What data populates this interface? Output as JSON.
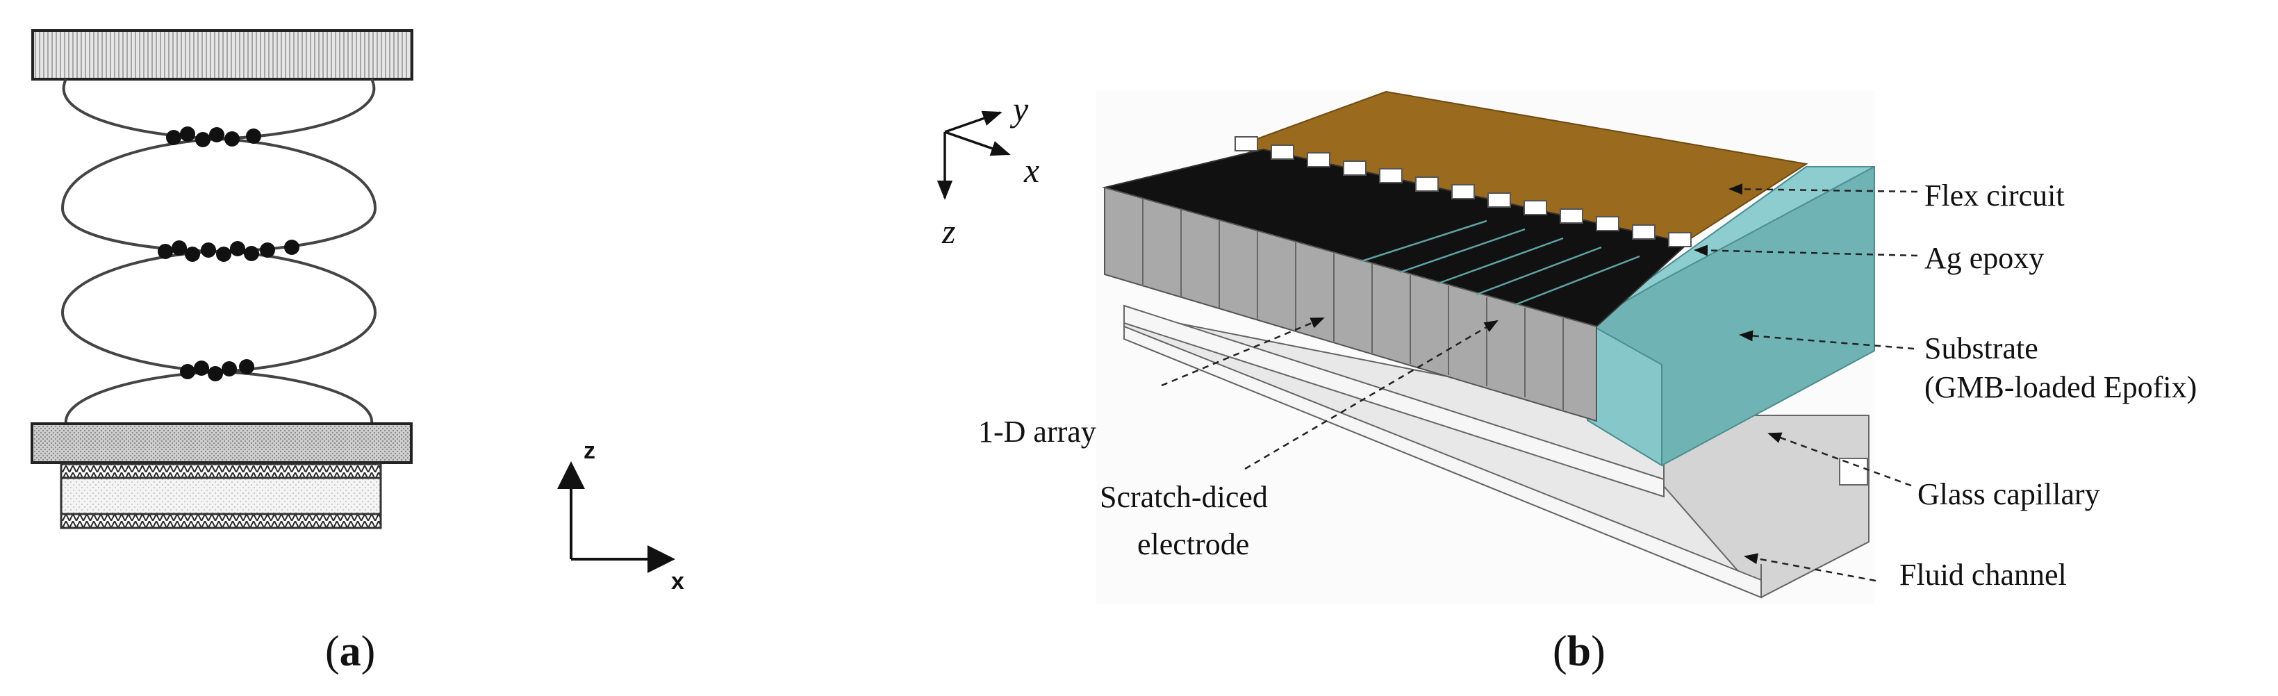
{
  "panel_a": {
    "caption_open": "(",
    "caption_letter": "a",
    "caption_close": ")",
    "axis_z": "z",
    "axis_x": "x"
  },
  "panel_b": {
    "caption_open": "(",
    "caption_letter": "b",
    "caption_close": ")",
    "axis_y": "y",
    "axis_x": "x",
    "axis_z": "z",
    "labels": {
      "flex_circuit": "Flex circuit",
      "ag_epoxy": "Ag epoxy",
      "substrate_line1": "Substrate",
      "substrate_line2": "(GMB-loaded Epofix)",
      "glass_capillary": "Glass capillary",
      "fluid_channel": "Fluid channel",
      "array": "1-D array",
      "scratch_line1": "Scratch-diced",
      "scratch_line2": "electrode"
    },
    "colors": {
      "flex_circuit": "#9a6a1e",
      "substrate": "#7fbfc0",
      "array_top": "#111111",
      "array_side": "#a8a8a8",
      "capillary": "#d9d9d9"
    }
  }
}
